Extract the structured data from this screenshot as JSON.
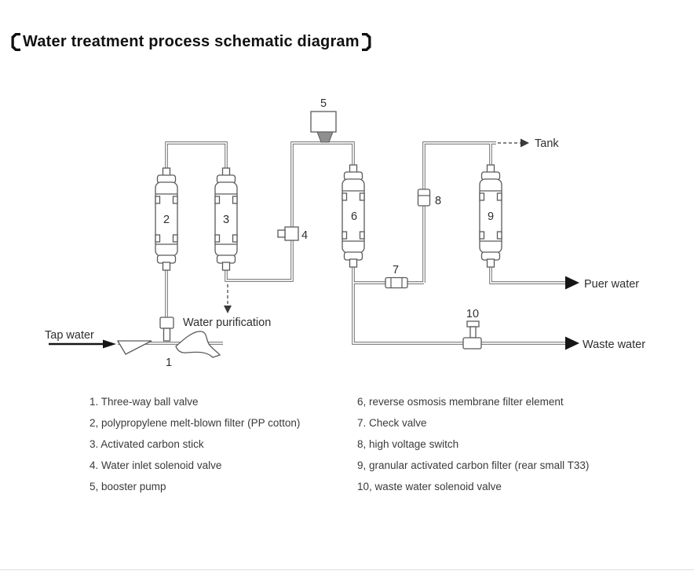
{
  "title": {
    "full": "【Water treatment process schematic diagram】",
    "bracket_left": "【",
    "text": "Water treatment process schematic diagram",
    "bracket_right": "】"
  },
  "diagram": {
    "labels": {
      "tap_water": "Tap water",
      "water_purification": "Water purification",
      "tank": "Tank",
      "puer_water": "Puer water",
      "waste_water": "Waste water",
      "n1": "1",
      "n2": "2",
      "n3": "3",
      "n4": "4",
      "n5": "5",
      "n6": "6",
      "n7": "7",
      "n8": "8",
      "n9": "9",
      "n10": "10"
    }
  },
  "legend": {
    "left": [
      "1. Three-way ball valve",
      "2, polypropylene melt-blown filter (PP cotton)",
      "3. Activated carbon stick",
      "4. Water inlet solenoid valve",
      "5, booster pump"
    ],
    "right": [
      "6, reverse osmosis membrane filter element",
      "7. Check valve",
      "8, high voltage switch",
      "9, granular activated carbon filter (rear small T33)",
      "10, waste water solenoid valve"
    ]
  },
  "colors": {
    "line": "#5a5a5a",
    "arrow": "#161616",
    "title": "#111111",
    "diagram_text": "#2e2e2e",
    "legend_text": "#3a3a3a"
  }
}
